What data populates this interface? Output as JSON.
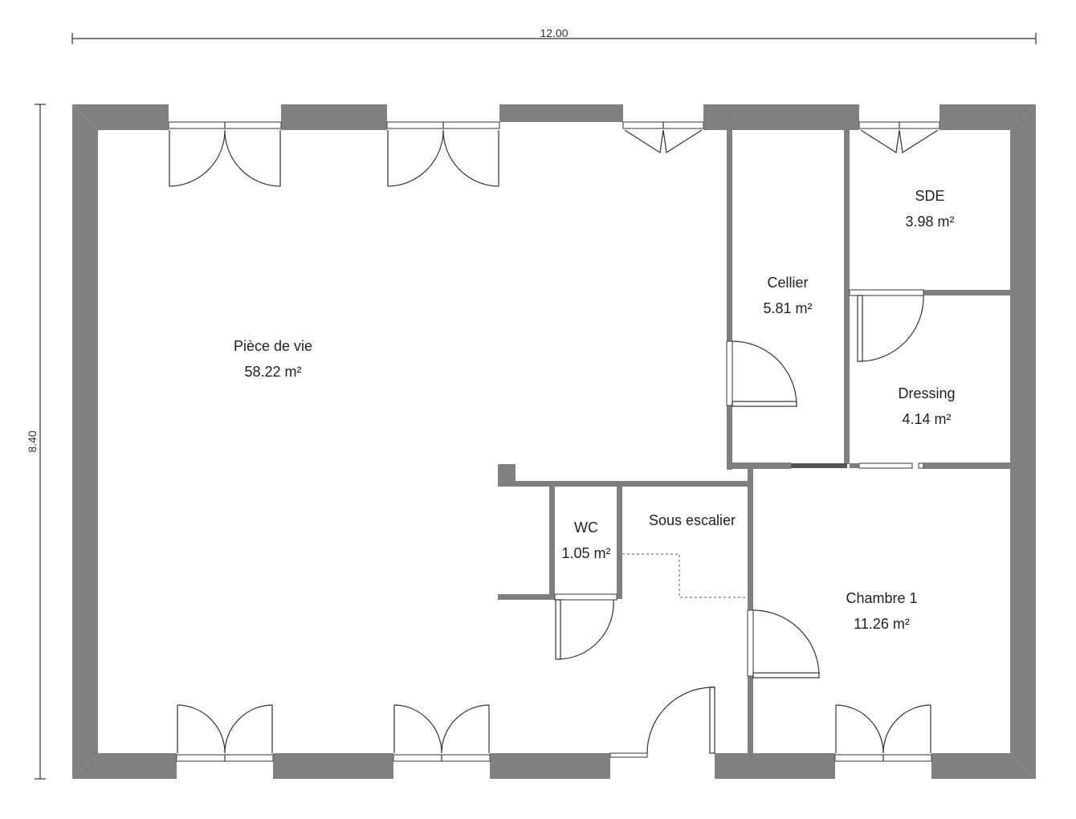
{
  "dimensions": {
    "width_label": "12.00",
    "height_label": "8.40"
  },
  "rooms": [
    {
      "id": "piece-de-vie",
      "name": "Pièce de vie",
      "area": "58.22 m²"
    },
    {
      "id": "cellier",
      "name": "Cellier",
      "area": "5.81 m²"
    },
    {
      "id": "sde",
      "name": "SDE",
      "area": "3.98 m²"
    },
    {
      "id": "dressing",
      "name": "Dressing",
      "area": "4.14 m²"
    },
    {
      "id": "wc",
      "name": "WC",
      "area": "1.05 m²"
    },
    {
      "id": "sous-escalier",
      "name": "Sous escalier",
      "area": ""
    },
    {
      "id": "chambre-1",
      "name": "Chambre 1",
      "area": "11.26 m²"
    }
  ],
  "colors": {
    "wall": "#808080",
    "line": "#333333",
    "background": "#ffffff"
  }
}
